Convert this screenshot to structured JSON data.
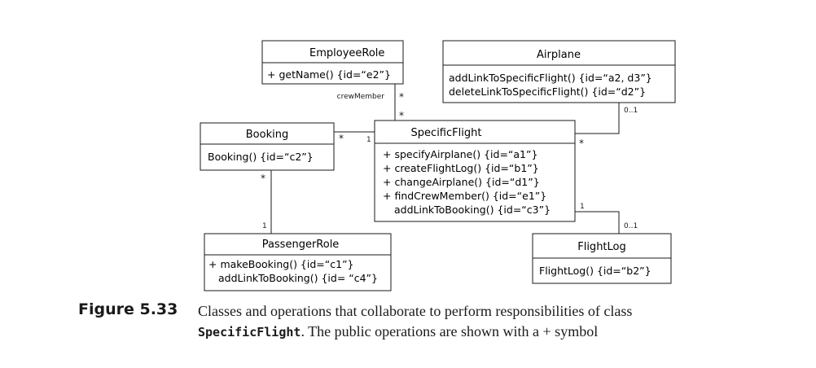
{
  "classes": {
    "employee_role": {
      "name": "EmployeeRole",
      "ops": [
        "+ getName() {id=“e2”}"
      ]
    },
    "airplane": {
      "name": "Airplane",
      "ops": [
        "addLinkToSpecificFlight() {id=“a2, d3”}",
        "deleteLinkToSpecificFlight() {id=“d2”}"
      ]
    },
    "booking": {
      "name": "Booking",
      "ops": [
        "Booking() {id=“c2”}"
      ]
    },
    "specific_flight": {
      "name": "SpecificFlight",
      "ops": [
        "+ specifyAirplane() {id=“a1”}",
        "+ createFlightLog() {id=“b1”}",
        "+ changeAirplane() {id=“d1”}",
        "+ findCrewMember() {id=“e1”}",
        "addLinkToBooking() {id=“c3”}"
      ]
    },
    "passenger_role": {
      "name": "PassengerRole",
      "ops": [
        "+ makeBooking() {id=“c1”}",
        "addLinkToBooking() {id= “c4”}"
      ]
    },
    "flight_log": {
      "name": "FlightLog",
      "ops": [
        "FlightLog() {id=“b2”}"
      ]
    }
  },
  "associations": {
    "crew": {
      "role_name": "crewMember",
      "employee_end": "*",
      "flight_end": "*"
    },
    "booking_flight": {
      "booking_end": "*",
      "flight_end": "1"
    },
    "airplane_flight": {
      "airplane_end": "0..1",
      "flight_end": "*"
    },
    "booking_passenger": {
      "booking_end": "*",
      "passenger_end": "1"
    },
    "flight_log": {
      "flight_end": "1",
      "log_end": "0..1"
    }
  },
  "caption": {
    "label": "Figure 5.33",
    "text_before": "Classes and operations that collaborate to perform responsibilities of class",
    "code": "SpecificFlight",
    "text_after": ". The public operations are shown with a + symbol"
  }
}
